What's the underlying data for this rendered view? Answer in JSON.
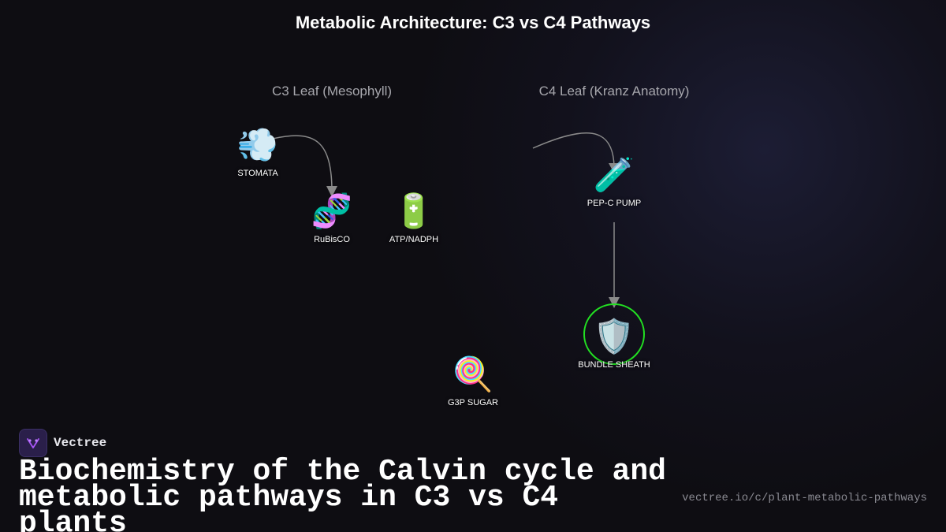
{
  "diagram": {
    "title": "Metabolic Architecture: C3 vs C4 Pathways",
    "columns": {
      "c3": "C3 Leaf (Mesophyll)",
      "c4": "C4 Leaf (Kranz Anatomy)"
    },
    "nodes": {
      "stomata": {
        "label": "STOMATA",
        "icon": "💨",
        "icon_name": "wind-icon"
      },
      "rubisco": {
        "label": "RuBisCO",
        "icon": "🧬",
        "icon_name": "dna-icon"
      },
      "atp": {
        "label": "ATP/NADPH",
        "icon": "🔋",
        "icon_name": "battery-icon"
      },
      "pepc": {
        "label": "PEP-C PUMP",
        "icon": "🧪",
        "icon_name": "test-tube-icon"
      },
      "bundle": {
        "label": "BUNDLE SHEATH",
        "icon": "🛡️",
        "icon_name": "shield-icon"
      },
      "g3p": {
        "label": "G3P SUGAR",
        "icon": "🍭",
        "icon_name": "lollipop-icon"
      }
    },
    "colors": {
      "background": "#0e0d12",
      "edge": "#8a8a8a",
      "highlight_ring": "#22e022"
    }
  },
  "footer": {
    "brand": "Vectree",
    "headline": "Biochemistry of the Calvin cycle and metabolic pathways in C3 vs C4 plants",
    "url": "vectree.io/c/plant-metabolic-pathways"
  }
}
